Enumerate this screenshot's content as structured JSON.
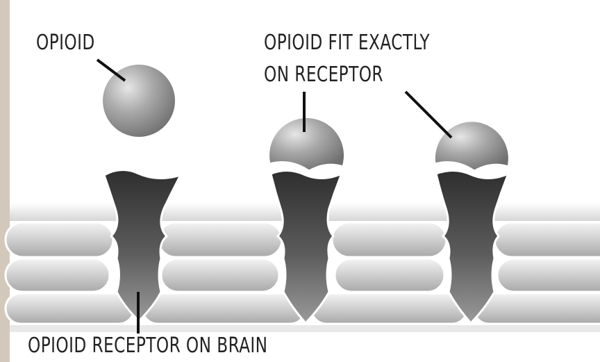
{
  "labels": {
    "opioid": "OPIOID",
    "fit_line1": "OPIOID FIT EXACTLY",
    "fit_line2": "ON RECEPTOR",
    "receptor": "OPIOID RECEPTOR ON BRAIN"
  },
  "colors": {
    "background": "#ffffff",
    "left_strip": "#d2c9ba",
    "membrane_band": "#c9c9c9",
    "receptor_dark": "#4f4f4f",
    "opioid_sphere": "#9a9a9a"
  }
}
